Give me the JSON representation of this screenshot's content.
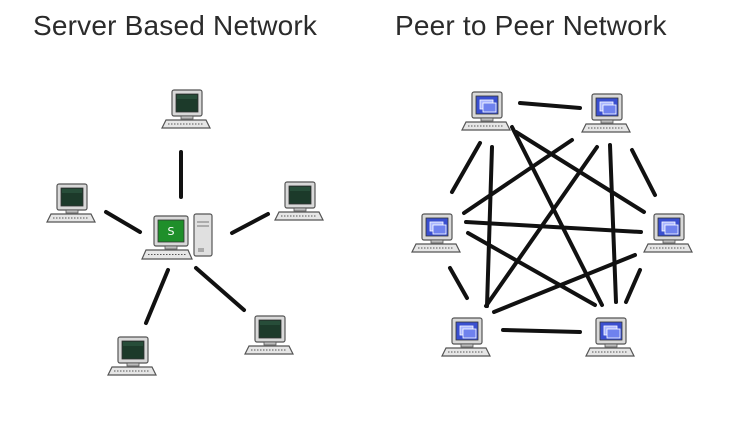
{
  "titles": {
    "left": "Server Based Network",
    "right": "Peer to Peer Network"
  },
  "server": {
    "label": "S"
  },
  "colors": {
    "line": "#111111",
    "server_screen": "#1f8f2a",
    "client_screen": "#1c3a2a",
    "peer_screen": "#3a4fd0",
    "case": "#d6d6d6"
  },
  "icons": {
    "server": "server-computer-icon",
    "client": "client-computer-icon",
    "peer": "peer-computer-icon"
  }
}
